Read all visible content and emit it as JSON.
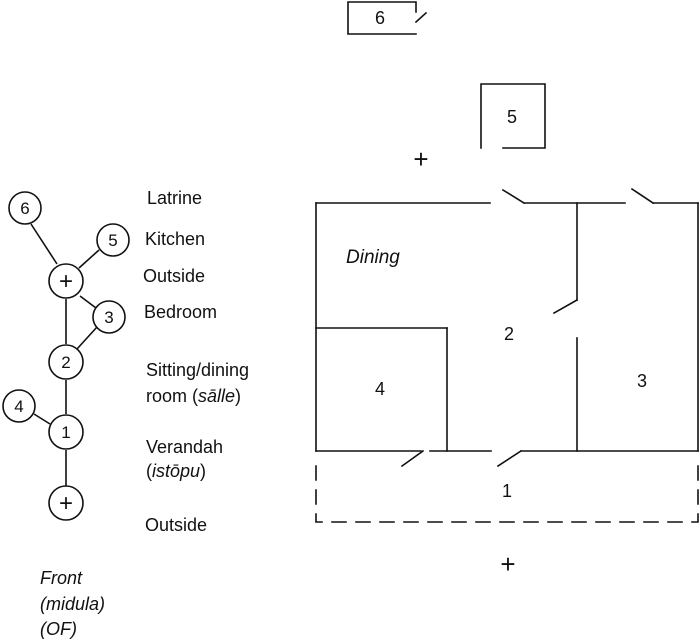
{
  "tree": {
    "nodes": {
      "n6": "6",
      "n5": "5",
      "outside_top": "+",
      "n3": "3",
      "n2": "2",
      "n4": "4",
      "n1": "1",
      "outside_bottom": "+"
    }
  },
  "labels": {
    "latrine": "Latrine",
    "kitchen": "Kitchen",
    "outside_top": "Outside",
    "bedroom": "Bedroom",
    "sitting_line1": "Sitting/dining",
    "sitting_line2_pre": "room (",
    "sitting_line2_term": "sālle",
    "sitting_line2_post": ")",
    "verandah_line1": "Verandah",
    "verandah_line2_pre": "(",
    "verandah_line2_term": "istōpu",
    "verandah_line2_post": ")",
    "outside_bottom": "Outside",
    "front_line1": "Front",
    "front_line2": "(midula)",
    "front_line3": "(OF)"
  },
  "plan": {
    "room6": "6",
    "room5": "5",
    "outside_mark": "+",
    "dining": "Dining",
    "room2": "2",
    "room3": "3",
    "room4": "4",
    "room1": "1",
    "front_mark": "+"
  }
}
